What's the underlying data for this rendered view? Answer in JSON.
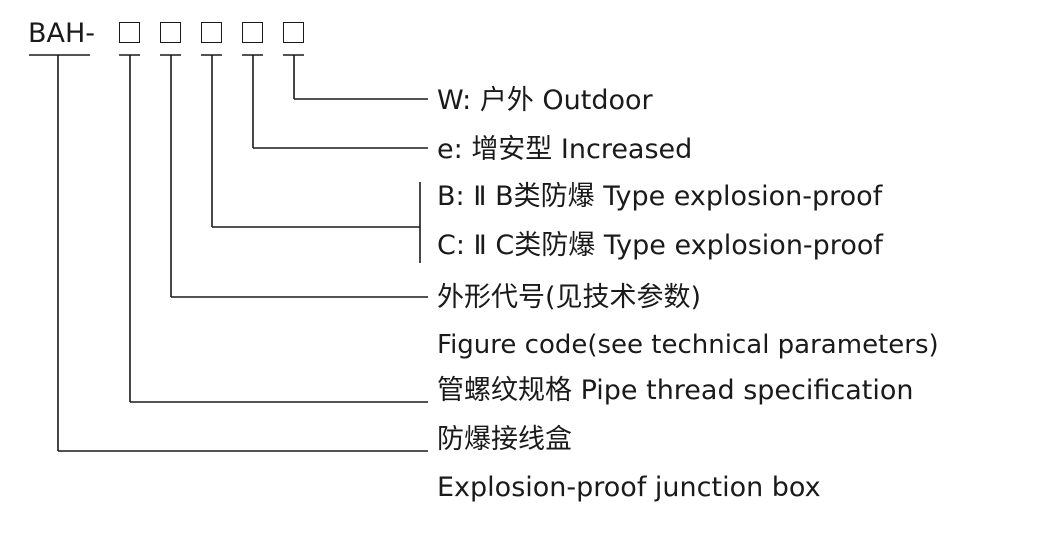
{
  "model_prefix": "BAH-",
  "placeholder_count": 5,
  "entries": [
    {
      "code": "W:",
      "text": "户外 Outdoor"
    },
    {
      "code": "e:",
      "text": "增安型 Increased"
    },
    {
      "code": "B:",
      "text": "Ⅱ B类防爆 Type explosion-proof"
    },
    {
      "code": "C:",
      "text": "Ⅱ C类防爆 Type explosion-proof"
    },
    {
      "code": "",
      "text": "外形代号(见技术参数)"
    },
    {
      "code": "",
      "text": "Figure code(see technical parameters)"
    },
    {
      "code": "",
      "text": "管螺纹规格 Pipe thread specification"
    },
    {
      "code": "",
      "text": "防爆接线盒"
    },
    {
      "code": "",
      "text": "Explosion-proof junction box"
    }
  ]
}
